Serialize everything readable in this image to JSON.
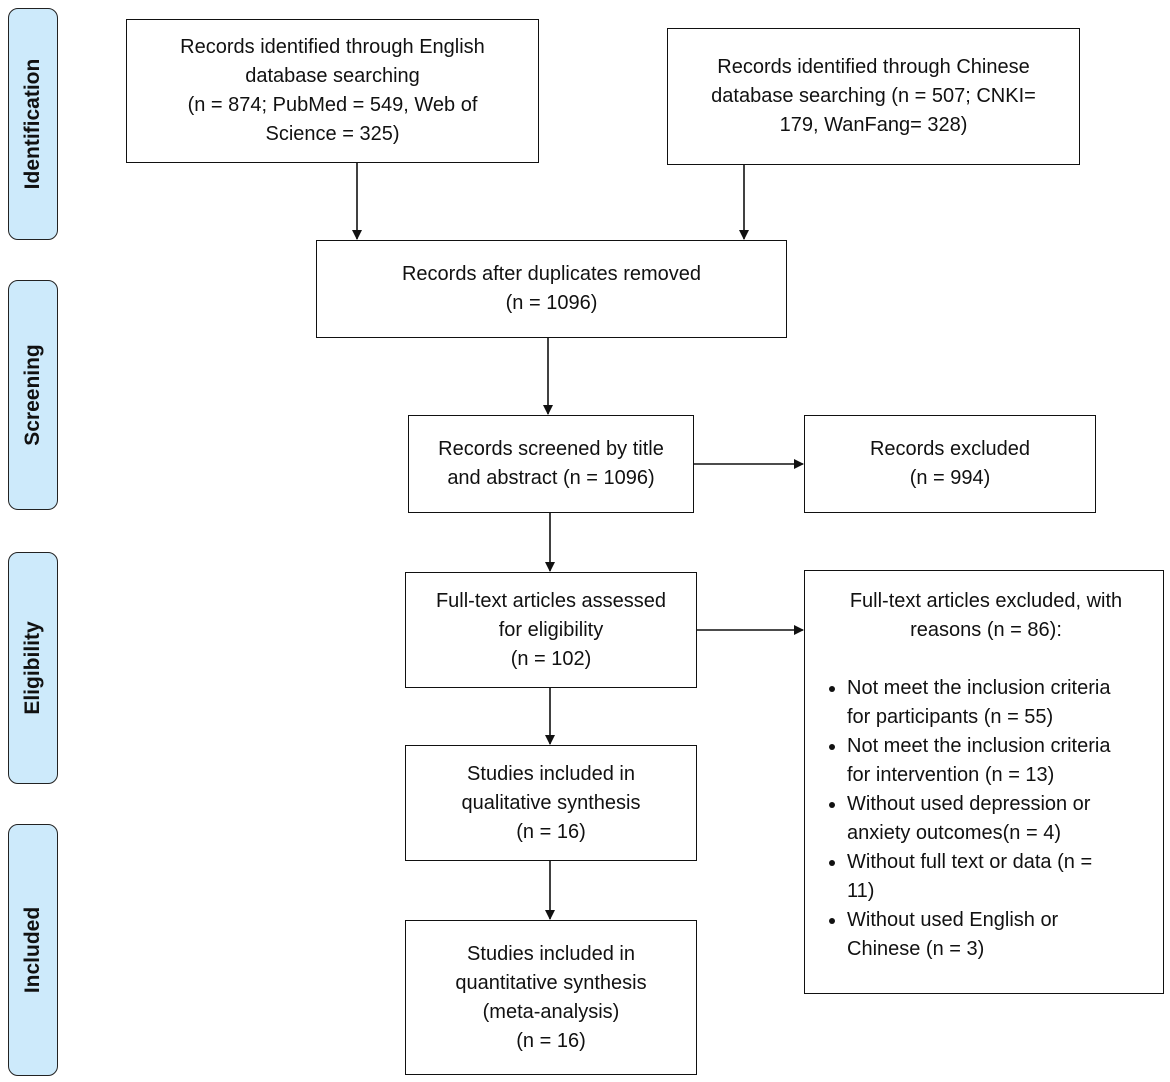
{
  "phases": {
    "identification": "Identification",
    "screening": "Screening",
    "eligibility": "Eligibility",
    "included": "Included"
  },
  "boxes": {
    "english_search": "Records identified through English\ndatabase searching\n(n = 874; PubMed = 549, Web of\nScience = 325)",
    "chinese_search": "Records identified through Chinese\ndatabase searching (n = 507; CNKI=\n179, WanFang= 328)",
    "after_duplicates": "Records after duplicates removed\n(n = 1096)",
    "screened": "Records screened by title\nand abstract (n = 1096)",
    "excluded": "Records excluded\n(n = 994)",
    "fulltext_assessed": "Full-text articles assessed\nfor eligibility\n(n = 102)",
    "qualitative": "Studies included in\nqualitative synthesis\n(n = 16)",
    "quantitative": "Studies included in\nquantitative synthesis\n(meta-analysis)\n(n = 16)"
  },
  "fulltext_excluded": {
    "heading": "Full-text articles excluded, with\nreasons (n = 86):",
    "reasons": [
      "Not meet the inclusion criteria\nfor participants (n = 55)",
      "Not meet the inclusion criteria\nfor intervention (n = 13)",
      "Without used depression or\nanxiety outcomes(n = 4)",
      "Without full text or data (n =\n11)",
      "Without used English or\nChinese (n = 3)"
    ]
  }
}
